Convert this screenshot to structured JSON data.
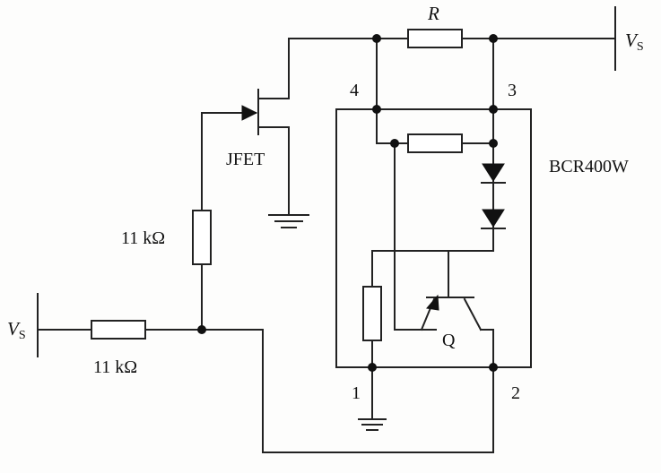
{
  "labels": {
    "r_top": "R",
    "vs_right": "V",
    "vs_right_sub": "S",
    "vs_left": "V",
    "vs_left_sub": "S",
    "pin4": "4",
    "pin3": "3",
    "pin1": "1",
    "pin2": "2",
    "jfet": "JFET",
    "ic": "BCR400W",
    "r_vertical": "11 kΩ",
    "r_horizontal": "11 kΩ",
    "transistor": "Q"
  }
}
